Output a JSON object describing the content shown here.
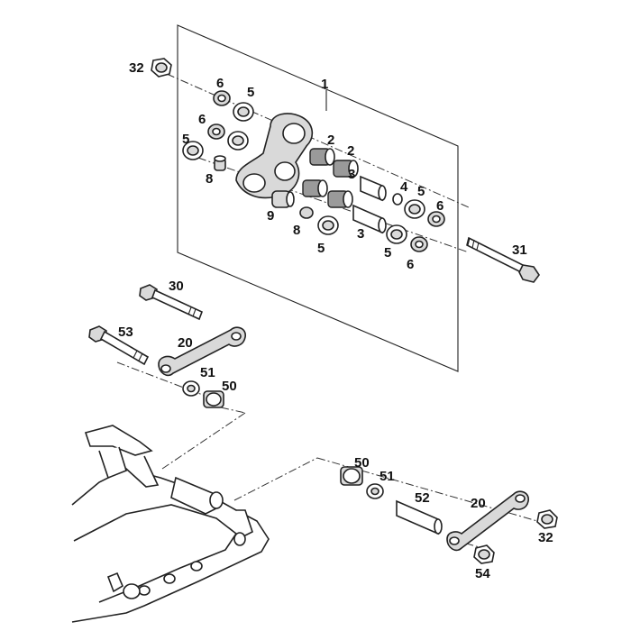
{
  "callouts": [
    {
      "id": "c1",
      "text": "1"
    },
    {
      "id": "c32a",
      "text": "32"
    },
    {
      "id": "c6a",
      "text": "6"
    },
    {
      "id": "c5a",
      "text": "5"
    },
    {
      "id": "c6b",
      "text": "6"
    },
    {
      "id": "c5b",
      "text": "5"
    },
    {
      "id": "c8a",
      "text": "8"
    },
    {
      "id": "c2a",
      "text": "2"
    },
    {
      "id": "c2b",
      "text": "2"
    },
    {
      "id": "c3a",
      "text": "3"
    },
    {
      "id": "c4",
      "text": "4"
    },
    {
      "id": "c5c",
      "text": "5"
    },
    {
      "id": "c6c",
      "text": "6"
    },
    {
      "id": "c9",
      "text": "9"
    },
    {
      "id": "c8b",
      "text": "8"
    },
    {
      "id": "c5d",
      "text": "5"
    },
    {
      "id": "c3b",
      "text": "3"
    },
    {
      "id": "c5e",
      "text": "5"
    },
    {
      "id": "c6d",
      "text": "6"
    },
    {
      "id": "c31",
      "text": "31"
    },
    {
      "id": "c30",
      "text": "30"
    },
    {
      "id": "c53",
      "text": "53"
    },
    {
      "id": "c20a",
      "text": "20"
    },
    {
      "id": "c51a",
      "text": "51"
    },
    {
      "id": "c50a",
      "text": "50"
    },
    {
      "id": "c50b",
      "text": "50"
    },
    {
      "id": "c51b",
      "text": "51"
    },
    {
      "id": "c52",
      "text": "52"
    },
    {
      "id": "c20b",
      "text": "20"
    },
    {
      "id": "c32b",
      "text": "32"
    },
    {
      "id": "c54",
      "text": "54"
    }
  ]
}
